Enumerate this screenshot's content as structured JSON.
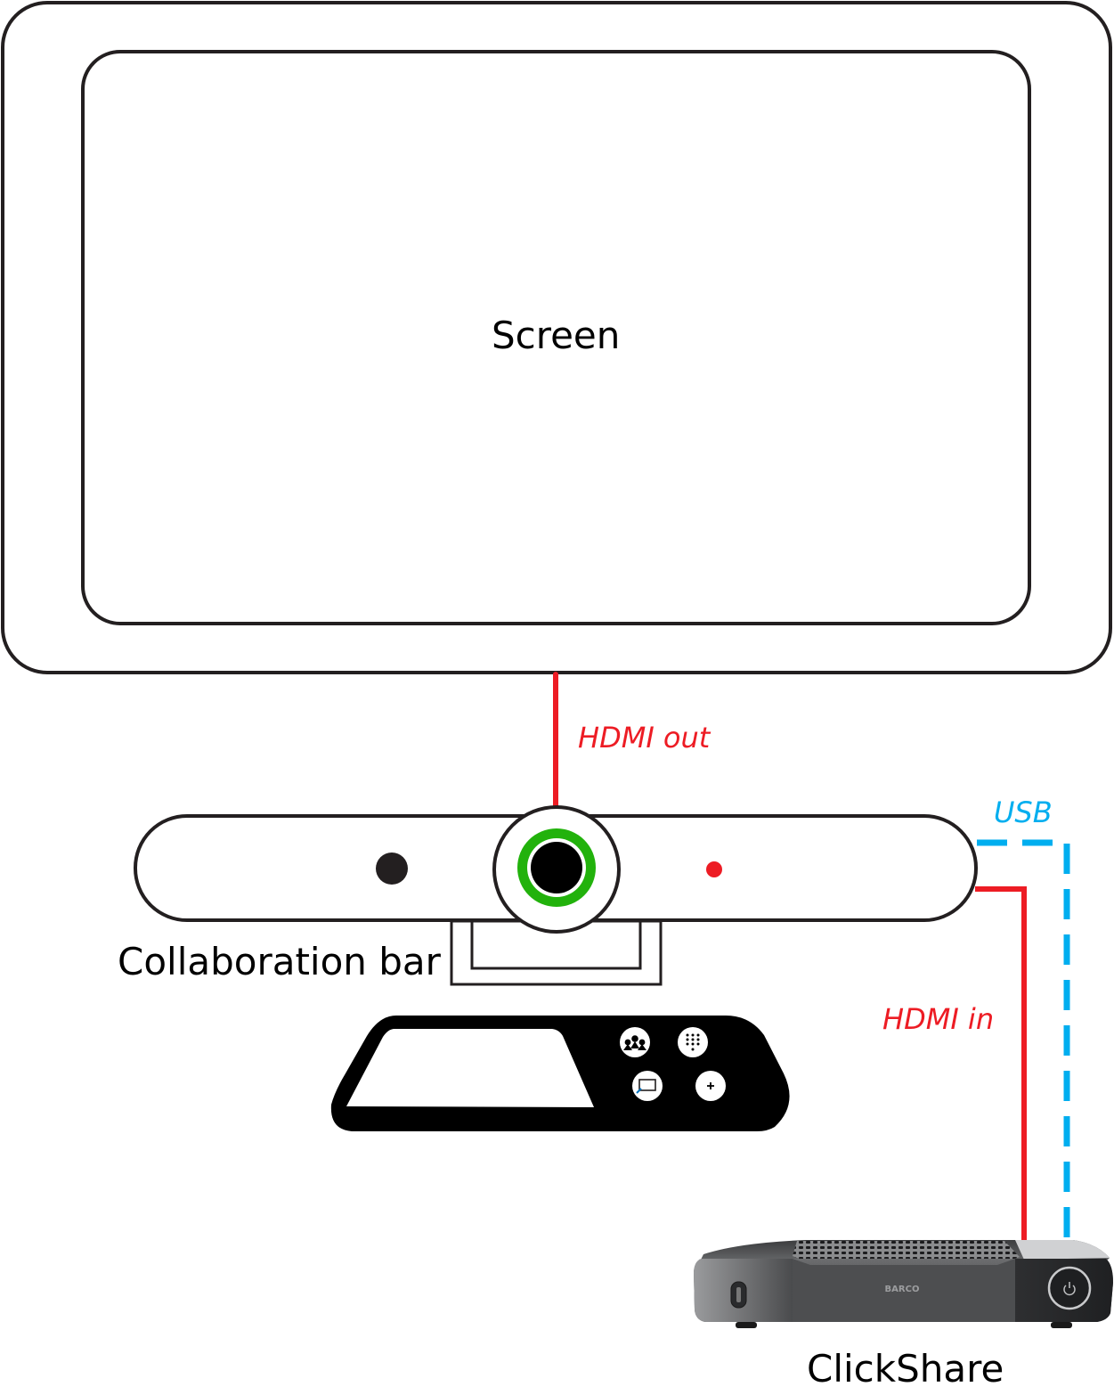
{
  "diagram": {
    "type": "connection-diagram",
    "colors": {
      "outline": "#231f20",
      "hdmi": "#ed1c24",
      "usb": "#00aeef",
      "lens_ring": "#22b20c",
      "device_dark": "#3a3a3c"
    },
    "nodes": {
      "screen": {
        "label": "Screen"
      },
      "collaboration_bar": {
        "label": "Collaboration bar"
      },
      "touch_panel": {
        "buttons": [
          {
            "icon": "people-group-icon"
          },
          {
            "icon": "dialpad-icon"
          },
          {
            "icon": "share-screen-icon"
          },
          {
            "icon": "plus-icon",
            "glyph": "+"
          }
        ]
      },
      "clickshare": {
        "label": "ClickShare",
        "brand": "BARCO"
      }
    },
    "edges": [
      {
        "from": "collaboration_bar",
        "to": "screen",
        "label": "HDMI out",
        "style": "solid",
        "color": "#ed1c24"
      },
      {
        "from": "clickshare",
        "to": "collaboration_bar",
        "label": "HDMI in",
        "style": "solid",
        "color": "#ed1c24"
      },
      {
        "from": "clickshare",
        "to": "collaboration_bar",
        "label": "USB",
        "style": "dashed",
        "color": "#00aeef"
      }
    ]
  }
}
